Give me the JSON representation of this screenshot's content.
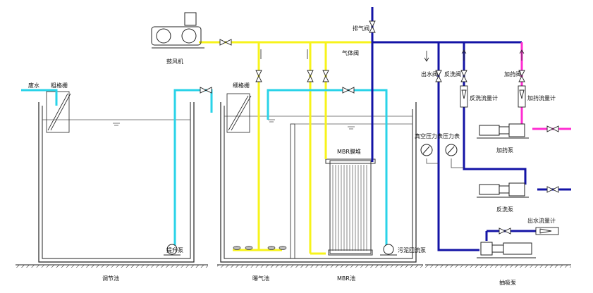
{
  "title": "",
  "colors": {
    "air": "#f7f31a",
    "water": "#29d3e8",
    "product": "#1313a6",
    "chemical": "#ff2cd2",
    "line": "#222222"
  },
  "labels": {
    "raw_water": "废水",
    "coarse_screen": "粗格栅",
    "fine_screen": "细格栅",
    "blower": "鼓风机",
    "air_valve": "气体阀",
    "vent_valve": "排气阀",
    "outlet_valve": "出水阀",
    "backwash_valve": "反洗阀",
    "dosing_valve": "加药阀",
    "backwash_flowmeter": "反洗流量计",
    "dosing_flowmeter": "加药流量计",
    "vacuum_gauge": "真空压力表",
    "pressure_gauge": "压力表",
    "dosing_pump": "加药泵",
    "backwash_pump": "反洗泵",
    "outlet_flowmeter": "出水流量计",
    "suction_pump": "抽吸泵",
    "lift_pump": "提升泵",
    "sludge_pump": "污泥回流泵",
    "mbr_module": "MBR膜堆",
    "tank_regulating": "调节池",
    "tank_aeration": "曝气池",
    "tank_mbr": "MBR池"
  }
}
